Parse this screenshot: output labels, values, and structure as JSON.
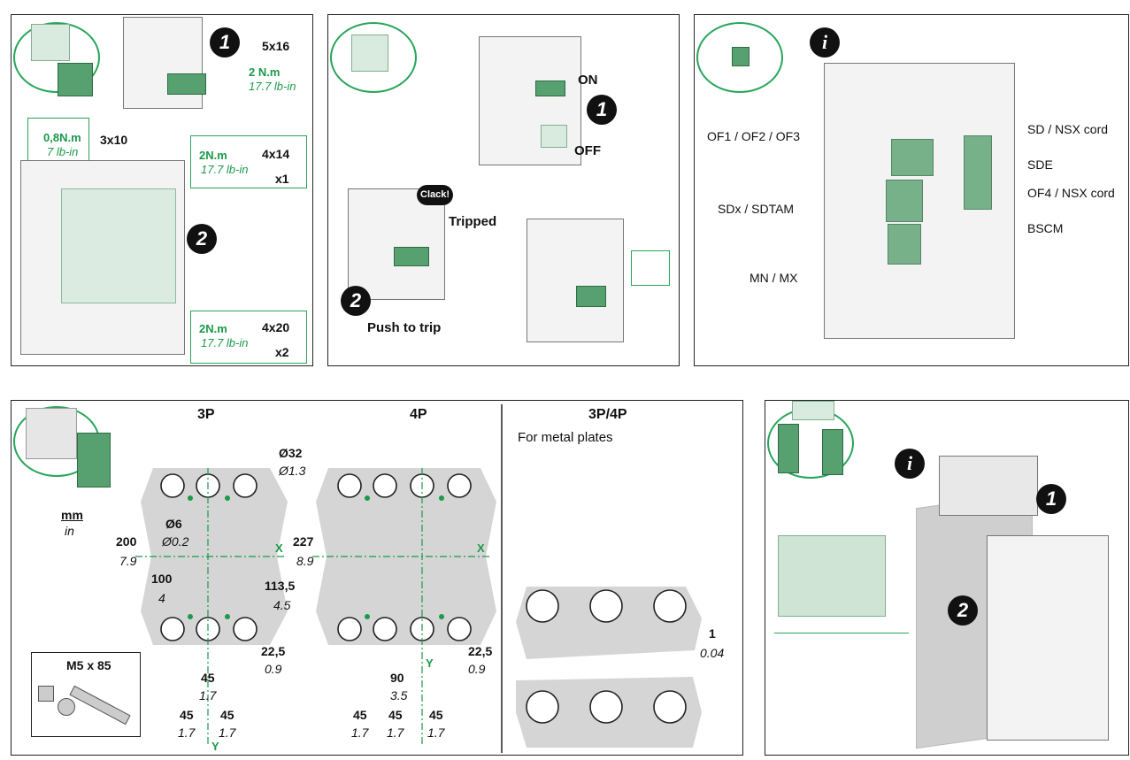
{
  "panel1": {
    "step1_num": "1",
    "step2_num": "2",
    "screw_top": "5x16",
    "torque_top_value": "2 N.m",
    "torque_top_lbin": "17.7 lb-in",
    "torque_left_value": "0,8N.m",
    "torque_left_lbin": "7 lb-in",
    "screw_left": "3x10",
    "screw_left_qty": "x1",
    "torque_mid_value": "2N.m",
    "torque_mid_lbin": "17.7 lb-in",
    "screw_mid": "4x14",
    "screw_mid_qty": "x1",
    "torque_bot_value": "2N.m",
    "torque_bot_lbin": "17.7 lb-in",
    "screw_bot": "4x20",
    "screw_bot_qty": "x2"
  },
  "panel2": {
    "on_label": "ON",
    "off_label": "OFF",
    "step1_num": "1",
    "step2_num": "2",
    "clack_label": "Clack!",
    "tripped_label": "Tripped",
    "push_label": "Push to trip"
  },
  "panel3": {
    "info_icon": "i",
    "labels": {
      "of": "OF1 / OF2 / OF3",
      "sdx": "SDx / SDTAM",
      "mnmx": "MN / MX",
      "sd": "SD / NSX cord",
      "sde": "SDE",
      "of4": "OF4 / NSX cord",
      "bscm": "BSCM"
    }
  },
  "panel4": {
    "unit_mm": "mm",
    "unit_in": "in",
    "title_3p": "3P",
    "title_4p": "4P",
    "title_3p4p": "3P/4P",
    "subtitle_metal": "For metal plates",
    "hole_d_mm": "Ø32",
    "hole_d_in": "Ø1.3",
    "small_d_mm": "Ø6",
    "small_d_in": "Ø0.2",
    "h200_mm": "200",
    "h200_in": "7.9",
    "h100_mm": "100",
    "h100_in": "4",
    "h227_mm": "227",
    "h227_in": "8.9",
    "h1135_mm": "113,5",
    "h1135_in": "4.5",
    "x_axis": "X",
    "y_axis": "Y",
    "d225_mm": "22,5",
    "d225_in": "0.9",
    "d45_mm": "45",
    "d45_in": "1.7",
    "d90_mm": "90",
    "d90_in": "3.5",
    "plate_mm": "1",
    "plate_in": "0.04",
    "screw_label": "M5 x 85"
  },
  "panel5": {
    "info_icon": "i",
    "step1_num": "1",
    "step2_num": "2"
  }
}
